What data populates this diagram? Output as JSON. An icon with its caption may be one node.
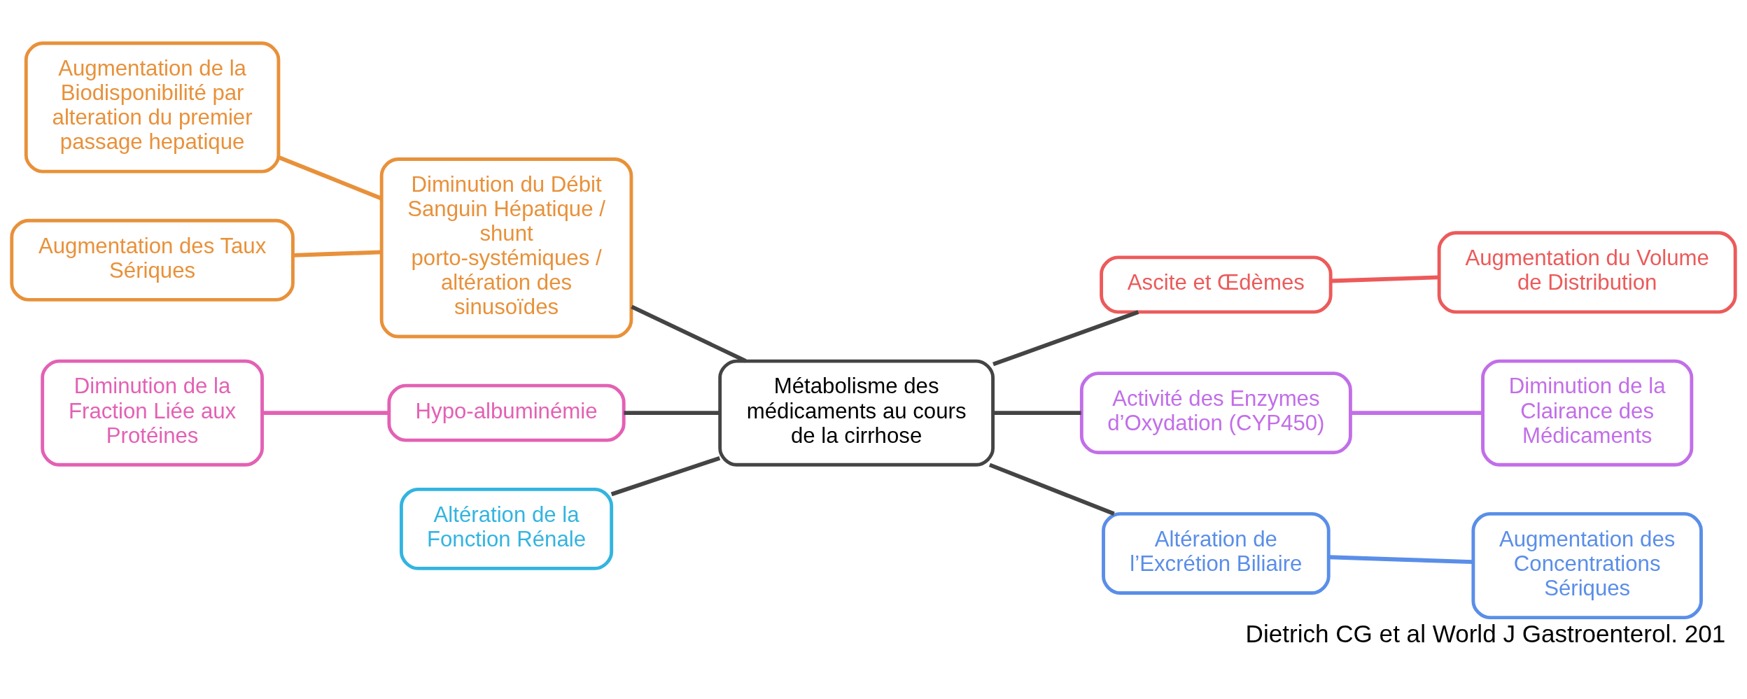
{
  "diagram": {
    "caption": "Dietrich CG et al World J Gastroenterol. 201",
    "nodes": [
      {
        "text": [
          "Augmentation de la Biodisponibilité par alteration du premier passage hepatique"
        ]
      },
      {
        "text": [
          "Augmentation des Taux Sériques"
        ]
      },
      {
        "text": [
          "Diminution du Débit Sanguin Hépatique / shunt porto-systémiques / altération des sinusoïdes"
        ]
      },
      {
        "text": [
          "Diminution de la Fraction Liée aux Protéines"
        ]
      },
      {
        "text": [
          "Hypo-albuminémie"
        ]
      },
      {
        "text": [
          "Altération de la Fonction Rénale"
        ]
      },
      {
        "text": [
          "Métabolisme des médicaments au cours de la cirrhose"
        ]
      },
      {
        "text": [
          "Ascite et Œdèmes"
        ]
      },
      {
        "text": [
          "Augmentation du Volume de Distribution"
        ]
      },
      {
        "text": [
          "Activité des Enzymes d’Oxydation (CYP450)"
        ]
      },
      {
        "text": [
          "Diminution de la Clairance des Médicaments"
        ]
      },
      {
        "text": [
          "Altération de l’Excrétion Biliaire"
        ]
      },
      {
        "text": [
          "Augmentation des Concentrations Sériques"
        ]
      }
    ],
    "edges": [
      {
        "from": 0,
        "to": 2,
        "arrow": "none",
        "color": "#e8913a"
      },
      {
        "from": 1,
        "to": 2,
        "arrow": "none",
        "color": "#e8913a"
      },
      {
        "from": 2,
        "to": 6,
        "arrow": "none"
      },
      {
        "from": 3,
        "to": 4,
        "arrow": "none",
        "color": "#e361b4"
      },
      {
        "from": 4,
        "to": 6,
        "arrow": "none"
      },
      {
        "from": 5,
        "to": 6,
        "arrow": "none"
      },
      {
        "from": 6,
        "to": 7,
        "arrow": "none"
      },
      {
        "from": 7,
        "to": 8,
        "arrow": "none",
        "color": "#ec5a5a"
      },
      {
        "from": 6,
        "to": 9,
        "arrow": "none"
      },
      {
        "from": 9,
        "to": 10,
        "arrow": "none",
        "color": "#c26ee8"
      },
      {
        "from": 6,
        "to": 11,
        "arrow": "none"
      },
      {
        "from": 11,
        "to": 12,
        "arrow": "none",
        "color": "#5a8ee8"
      }
    ]
  }
}
